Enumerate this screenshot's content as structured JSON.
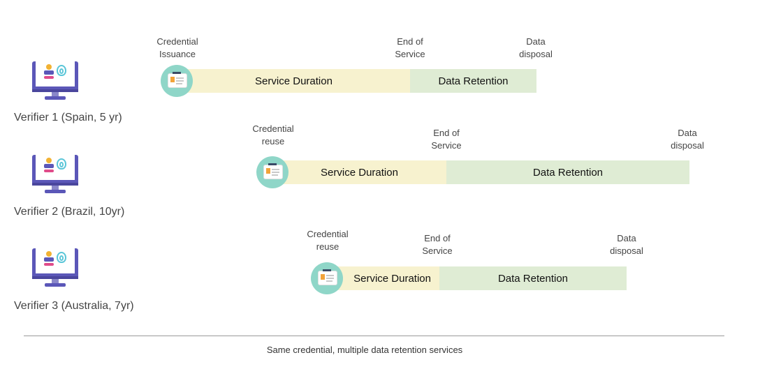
{
  "verifiers": [
    {
      "label": "Verifier 1 (Spain, 5 yr)",
      "start_marker": "Credential\nIssuance",
      "end_of_service_marker": "End of\nService",
      "disposal_marker": "Data\ndisposal",
      "service_label": "Service Duration",
      "retention_label": "Data Retention"
    },
    {
      "label": "Verifier 2 (Brazil, 10yr)",
      "start_marker": "Credential\nreuse",
      "end_of_service_marker": "End of\nService",
      "disposal_marker": "Data\ndisposal",
      "service_label": "Service Duration",
      "retention_label": "Data Retention"
    },
    {
      "label": "Verifier 3 (Australia, 7yr)",
      "start_marker": "Credential\nreuse",
      "end_of_service_marker": "End of\nService",
      "disposal_marker": "Data\ndisposal",
      "service_label": "Service Duration",
      "retention_label": "Data Retention"
    }
  ],
  "caption": "Same credential, multiple data retention services",
  "icons": {
    "verifier": "computer-fingerprint-icon",
    "credential": "credential-card-icon"
  },
  "colors": {
    "service": "#f7f2cf",
    "retention": "#dfecd4",
    "badge": "#8fd6c8",
    "monitor": "#5b57b8"
  }
}
